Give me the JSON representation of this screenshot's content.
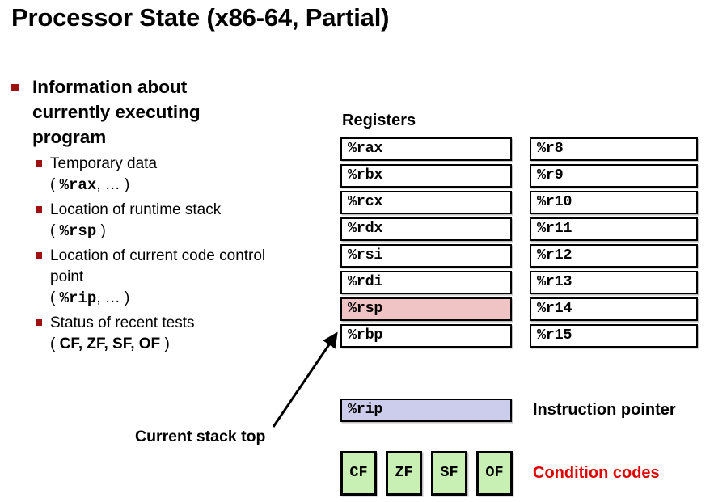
{
  "slide": {
    "title": "Processor State (x86-64, Partial)"
  },
  "bullets": {
    "level1": {
      "text": "Information about currently executing program"
    },
    "items": [
      {
        "label": "Temporary data",
        "detail_open": "( ",
        "detail_mono": "%rax",
        "detail_close": ", … )"
      },
      {
        "label": "Location of runtime stack",
        "detail_open": "( ",
        "detail_mono": "%rsp",
        "detail_close": " )"
      },
      {
        "label": "Location of current code control point",
        "detail_open": "( ",
        "detail_mono": "%rip",
        "detail_close": ", … )"
      },
      {
        "label": "Status of recent tests",
        "detail_open": "( ",
        "detail_mono": "CF, ZF, SF, OF",
        "detail_close": " )"
      }
    ]
  },
  "annotations": {
    "stack_top_caption": "Current stack top"
  },
  "registers": {
    "heading": "Registers",
    "left_column": [
      {
        "name": "%rax",
        "highlighted": false
      },
      {
        "name": "%rbx",
        "highlighted": false
      },
      {
        "name": "%rcx",
        "highlighted": false
      },
      {
        "name": "%rdx",
        "highlighted": false
      },
      {
        "name": "%rsi",
        "highlighted": false
      },
      {
        "name": "%rdi",
        "highlighted": false
      },
      {
        "name": "%rsp",
        "highlighted": true
      },
      {
        "name": "%rbp",
        "highlighted": false
      }
    ],
    "right_column": [
      {
        "name": "%r8",
        "highlighted": false
      },
      {
        "name": "%r9",
        "highlighted": false
      },
      {
        "name": "%r10",
        "highlighted": false
      },
      {
        "name": "%r11",
        "highlighted": false
      },
      {
        "name": "%r12",
        "highlighted": false
      },
      {
        "name": "%r13",
        "highlighted": false
      },
      {
        "name": "%r14",
        "highlighted": false
      },
      {
        "name": "%r15",
        "highlighted": false
      }
    ]
  },
  "instruction_pointer": {
    "register": "%rip",
    "label": "Instruction pointer"
  },
  "condition_codes": {
    "flags": [
      "CF",
      "ZF",
      "SF",
      "OF"
    ],
    "label": "Condition codes"
  },
  "colors": {
    "bullet_marker": "#9d1111",
    "rsp_highlight": "#f0c4c4",
    "rip_highlight": "#ccccec",
    "flag_fill": "#c8f0b4",
    "condition_codes_text": "#e00000",
    "box_border": "#000000",
    "background": "#ffffff"
  }
}
